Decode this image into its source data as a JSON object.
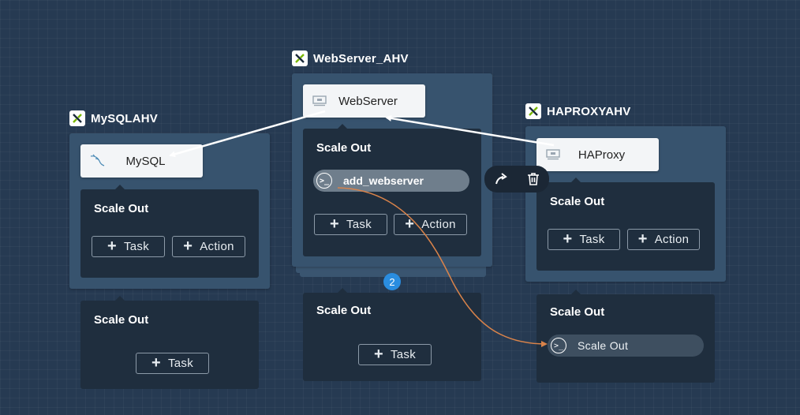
{
  "services": {
    "mysql": {
      "title": "MySQLAHV",
      "component": "MySQL",
      "panel_title": "Scale Out",
      "task_label": "Task",
      "action_label": "Action",
      "lower_panel_title": "Scale Out",
      "lower_task_label": "Task"
    },
    "webserver": {
      "title": "WebServer_AHV",
      "component": "WebServer",
      "panel_title": "Scale Out",
      "task_name": "add_webserver",
      "task_label": "Task",
      "action_label": "Action",
      "replica_count": "2",
      "lower_panel_title": "Scale Out",
      "lower_task_label": "Task"
    },
    "haproxy": {
      "title": "HAPROXYAHV",
      "component": "HAProxy",
      "panel_title": "Scale Out",
      "task_label": "Task",
      "action_label": "Action",
      "lower_panel_title": "Scale Out",
      "lower_task_name": "Scale Out"
    }
  },
  "toolbar": {
    "icons": [
      "connect-arrow-icon",
      "trash-icon"
    ]
  },
  "colors": {
    "canvas": "#263a52",
    "service_box": "#37536e",
    "panel": "#1f2e3e",
    "edge": "#ffffff",
    "dependency": "#d9834a",
    "badge": "#2a8de0",
    "nutanix_green": "#7ab800"
  }
}
